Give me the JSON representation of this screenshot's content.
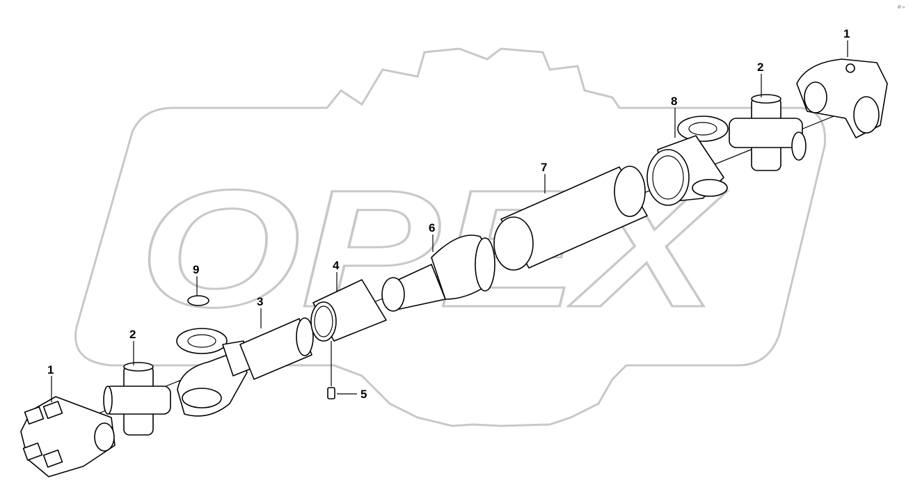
{
  "watermark": {
    "text": "OPEX"
  },
  "corner_mark": "Ø ∞",
  "callouts": {
    "yoke_left": "1",
    "cross_left": "2",
    "tube": "3",
    "sleeve": "4",
    "grease_fitting": "5",
    "stub_shaft": "6",
    "boot": "7",
    "slip_yoke": "8",
    "plug": "9",
    "cross_right": "2",
    "yoke_right": "1"
  }
}
